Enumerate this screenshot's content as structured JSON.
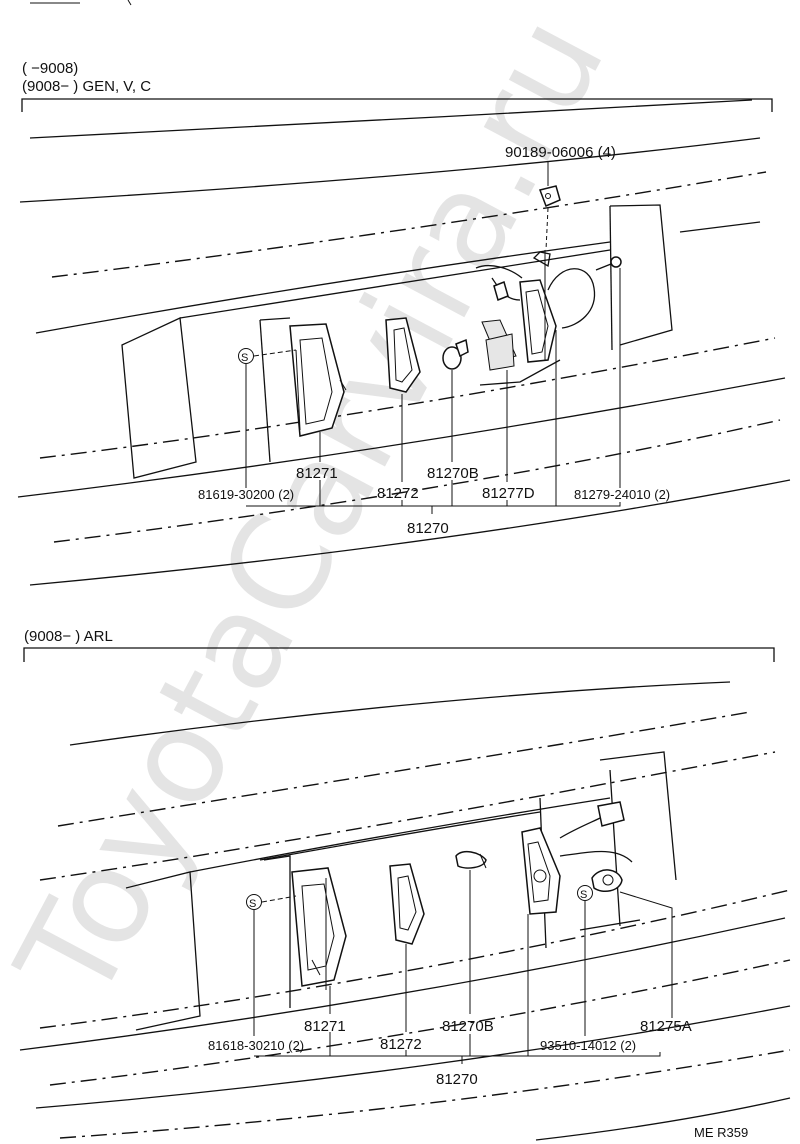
{
  "watermark": "ToyotaCarvira.ru",
  "footer_code": "ME  R359",
  "top_section": {
    "header_line1": "(        −9008)",
    "header_line2": "(9008−        )  GEN, V, C",
    "parts": {
      "clip": "90189-06006 (4)",
      "lens": "81271",
      "gasket": "81272",
      "bulb": "81270B",
      "socket": "81277D",
      "screw": "81619-30200 (2)",
      "screw_right": "81279-24010 (2)",
      "assembly": "81270"
    }
  },
  "bottom_section": {
    "header": "(9008−        )  ARL",
    "parts": {
      "lens": "81271",
      "gasket": "81272",
      "bulb": "81270B",
      "socket": "81275A",
      "screw_left": "81618-30210 (2)",
      "screw_right": "93510-14012 (2)",
      "assembly": "81270"
    }
  },
  "screw_symbol": "S"
}
